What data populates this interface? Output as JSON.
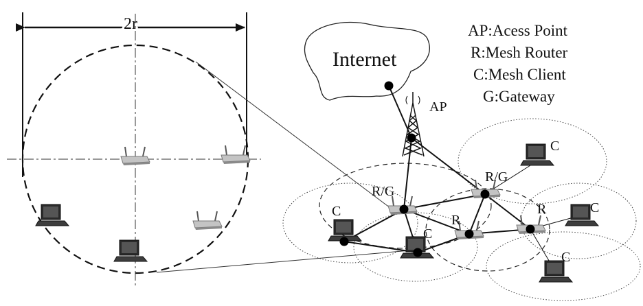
{
  "diagram": {
    "dimension_label": "2r",
    "cloud_label": "Internet",
    "legend": [
      "AP:Acess Point",
      "R:Mesh Router",
      "C:Mesh Client",
      "G:Gateway"
    ],
    "node_labels": {
      "ap": "AP",
      "rg_left": "R/G",
      "rg_right": "R/G",
      "r_center": "R",
      "r_right": "R",
      "c_left": "C",
      "c_center": "C",
      "c_top_right": "C",
      "c_right": "C",
      "c_bottom_right": "C"
    },
    "colors": {
      "line": "#111111",
      "dotted": "#444444",
      "device_body": "#3a3a3a",
      "router_body": "#b8b8b8"
    }
  }
}
